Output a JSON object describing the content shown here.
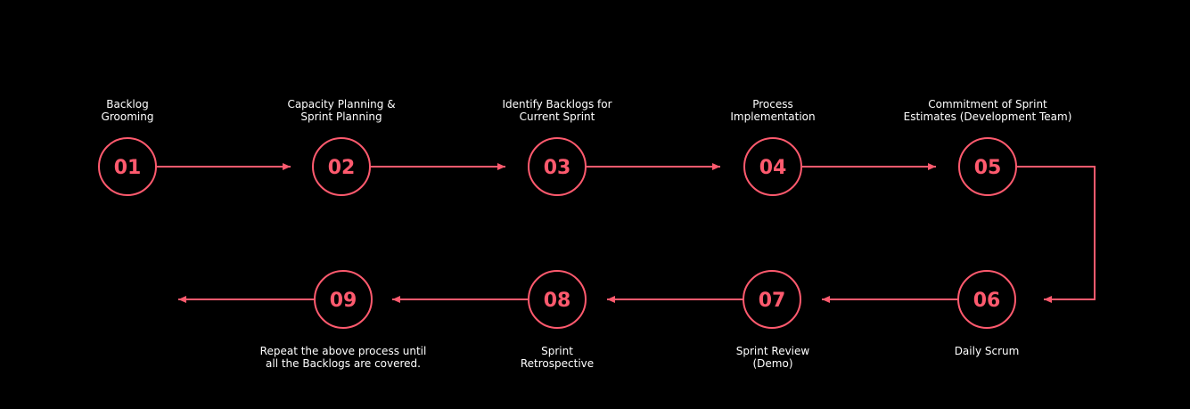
{
  "colors": {
    "background": "#000000",
    "accent": "#ff5a6e",
    "text": "#ffffff"
  },
  "steps": [
    {
      "number": "01",
      "label": [
        "Backlog",
        "Grooming"
      ]
    },
    {
      "number": "02",
      "label": [
        "Capacity Planning &",
        "Sprint Planning"
      ]
    },
    {
      "number": "03",
      "label": [
        "Identify Backlogs for",
        "Current Sprint"
      ]
    },
    {
      "number": "04",
      "label": [
        "Process",
        "Implementation"
      ]
    },
    {
      "number": "05",
      "label": [
        "Commitment of Sprint",
        "Estimates (Development Team)"
      ]
    },
    {
      "number": "06",
      "label": [
        "Daily Scrum"
      ]
    },
    {
      "number": "07",
      "label": [
        "Sprint Review",
        "(Demo)"
      ]
    },
    {
      "number": "08",
      "label": [
        "Sprint",
        "Retrospective"
      ]
    },
    {
      "number": "09",
      "label": [
        "Repeat the above process until",
        "all the Backlogs are covered."
      ]
    }
  ]
}
